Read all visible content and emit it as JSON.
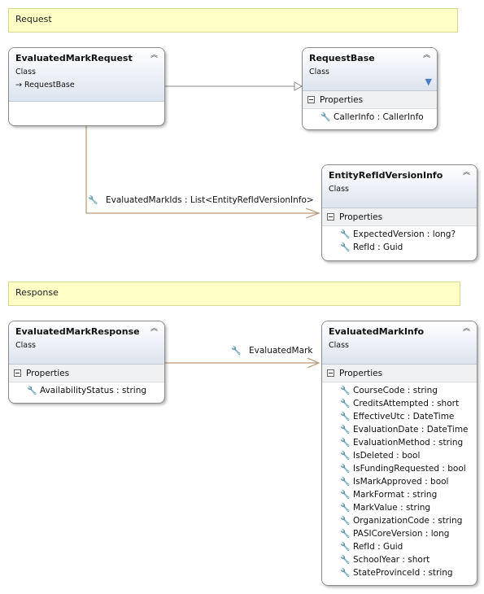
{
  "notes": {
    "request": "Request",
    "response": "Response"
  },
  "classes": {
    "evaluated_mark_request": {
      "name": "EvaluatedMarkRequest",
      "stereotype": "Class",
      "base": "RequestBase"
    },
    "request_base": {
      "name": "RequestBase",
      "stereotype": "Class",
      "section": "Properties",
      "properties": [
        "CallerInfo : CallerInfo"
      ]
    },
    "entity_ref": {
      "name": "EntityRefIdVersionInfo",
      "stereotype": "Class",
      "section": "Properties",
      "properties": [
        "ExpectedVersion : long?",
        "RefId : Guid"
      ]
    },
    "evaluated_mark_response": {
      "name": "EvaluatedMarkResponse",
      "stereotype": "Class",
      "section": "Properties",
      "properties": [
        "AvailabilityStatus : string"
      ]
    },
    "evaluated_mark_info": {
      "name": "EvaluatedMarkInfo",
      "stereotype": "Class",
      "section": "Properties",
      "properties": [
        "CourseCode : string",
        "CreditsAttempted : short",
        "EffectiveUtc : DateTime",
        "EvaluationDate : DateTime",
        "EvaluationMethod : string",
        "IsDeleted : bool",
        "IsFundingRequested : bool",
        "IsMarkApproved : bool",
        "MarkFormat : string",
        "MarkValue : string",
        "OrganizationCode : string",
        "PASICoreVersion : long",
        "RefId : Guid",
        "SchoolYear : short",
        "StateProvinceId : string"
      ]
    }
  },
  "associations": {
    "evaluated_mark_ids": "EvaluatedMarkIds : List<EntityRefIdVersionInfo>",
    "evaluated_mark": "EvaluatedMark"
  },
  "icons": {
    "property": "wrench-icon",
    "collapse": "double-chevron-up-icon",
    "filter": "filter-icon",
    "inherit": "inherit-arrow-icon"
  }
}
